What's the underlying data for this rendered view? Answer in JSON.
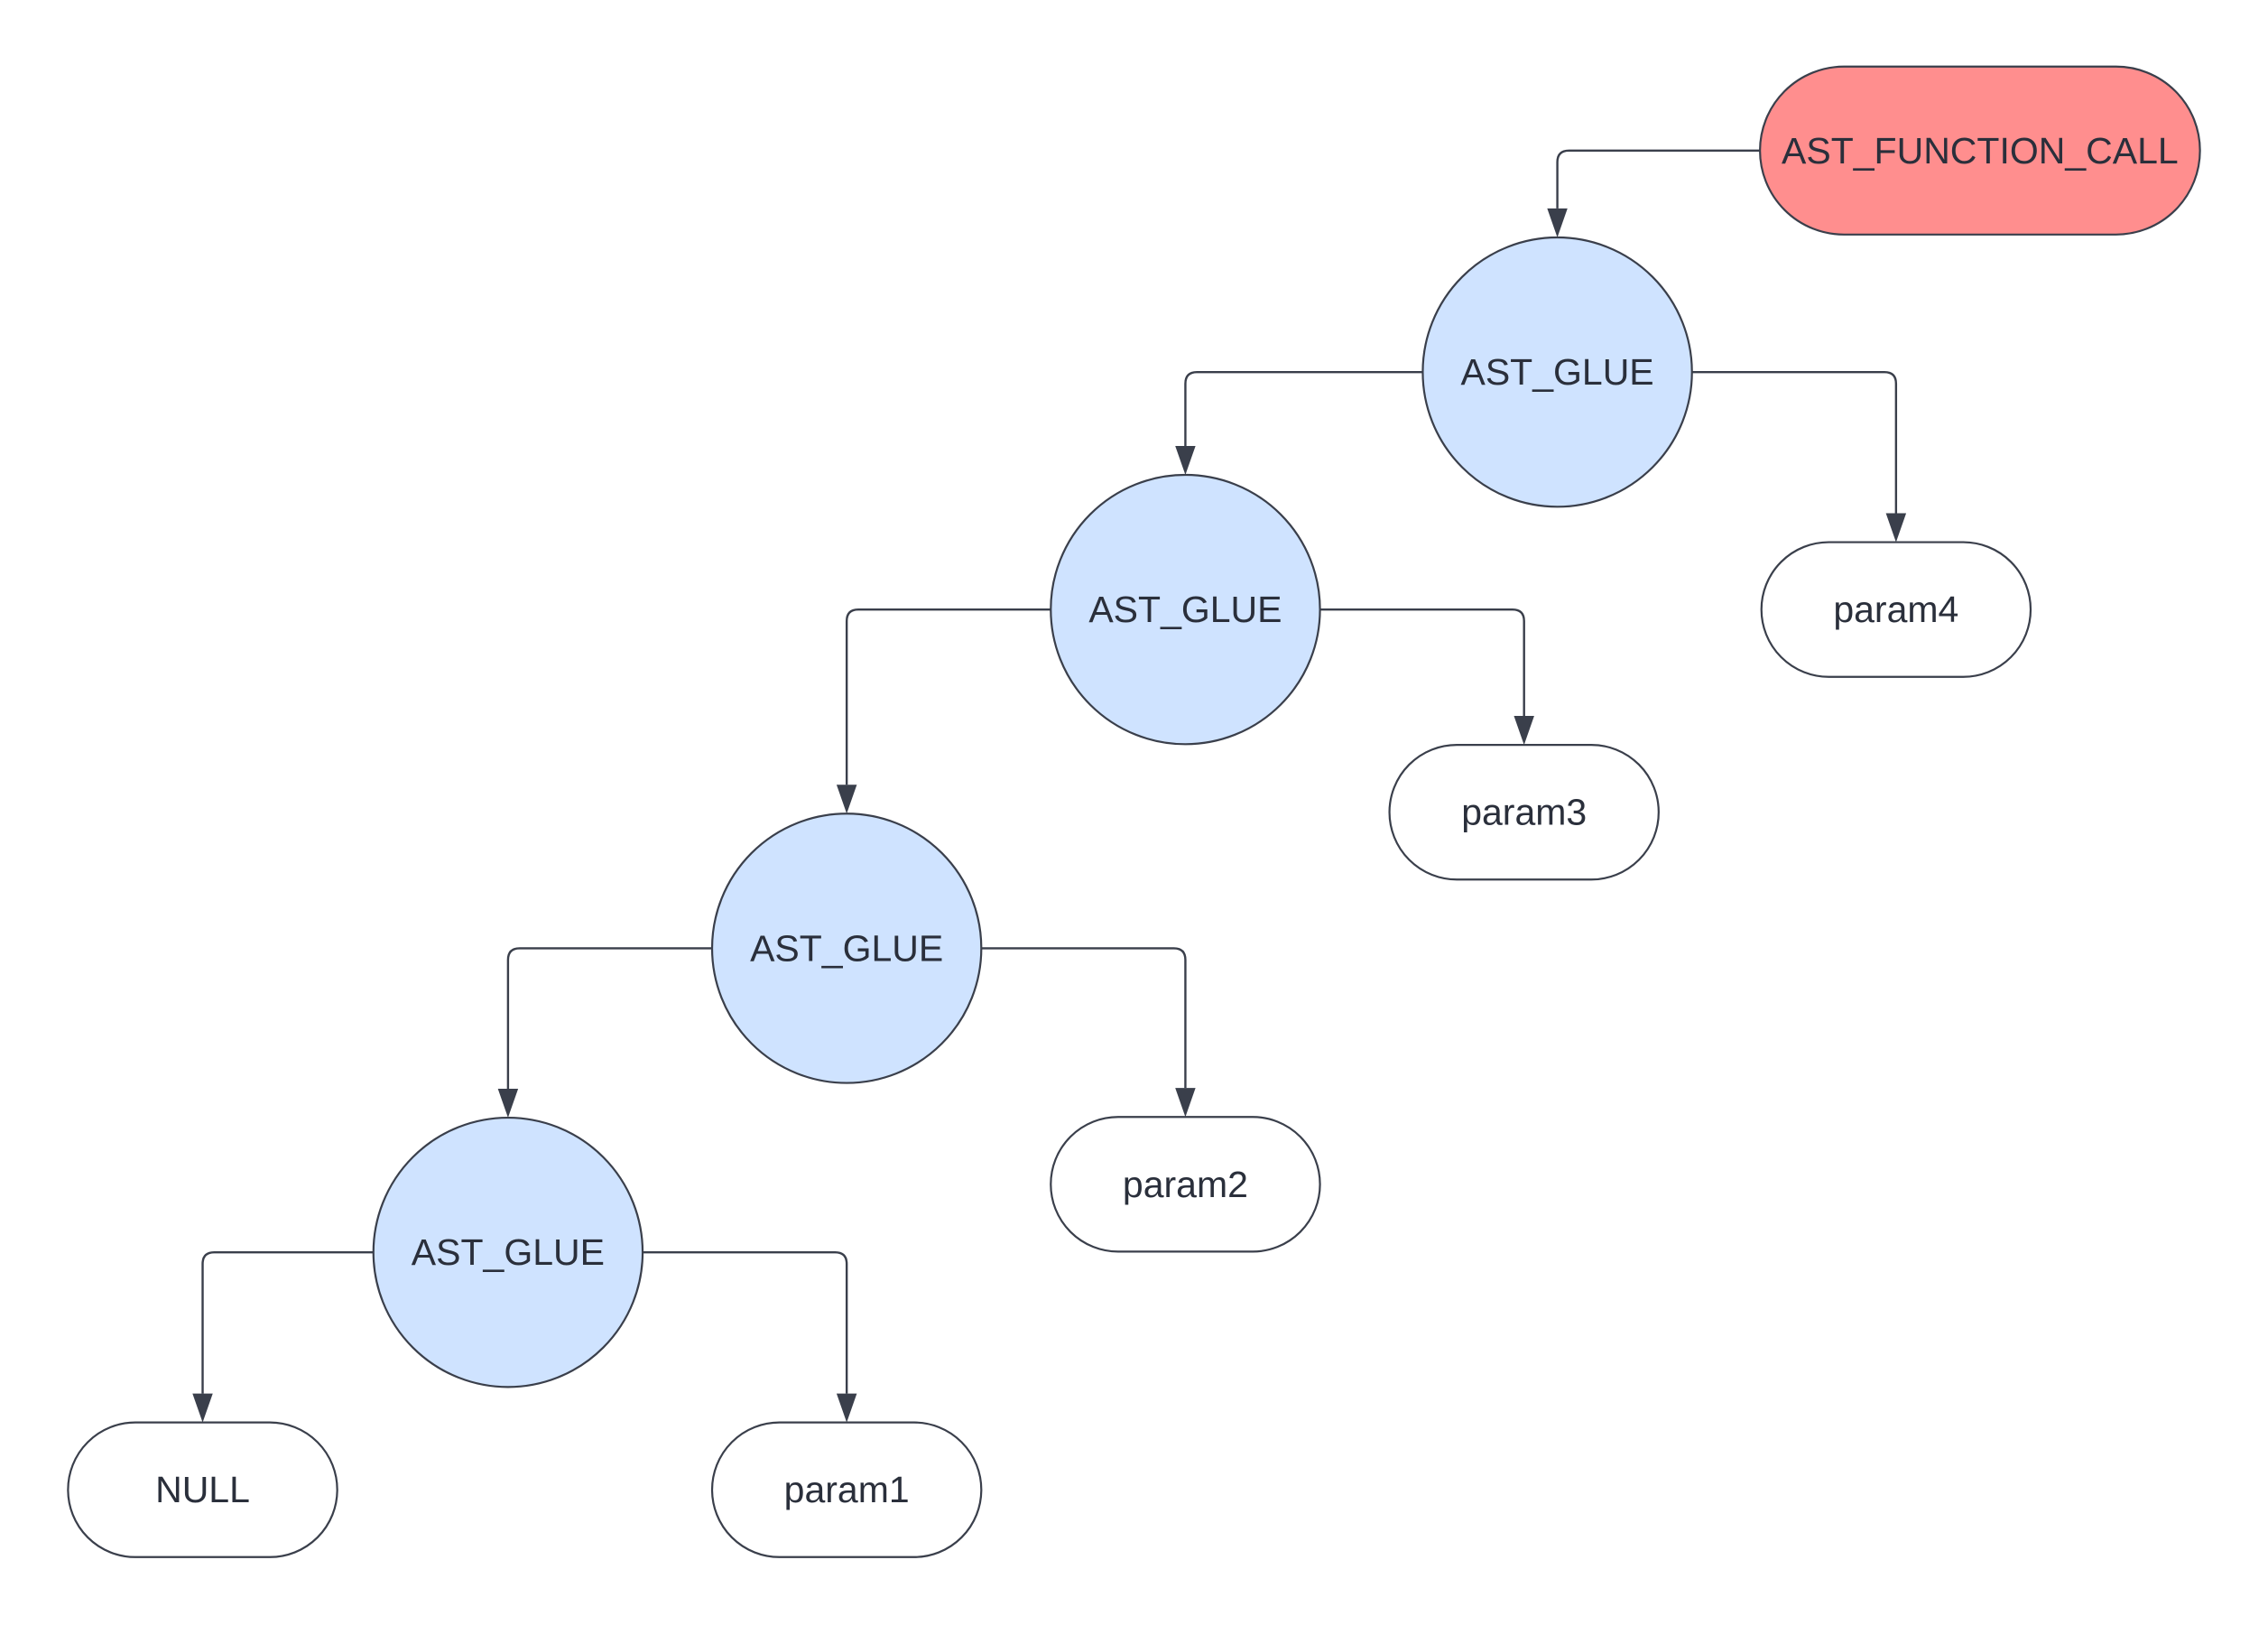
{
  "diagram": {
    "colors": {
      "root_fill": "#ff8e8e",
      "glue_fill": "#cfe3ff",
      "leaf_fill": "#ffffff",
      "outline": "#3a3f4b",
      "edge": "#3a3f4b",
      "text": "#2a2f3b"
    },
    "nodes": [
      {
        "id": "root",
        "label": "AST_FUNCTION_CALL",
        "kind": "root"
      },
      {
        "id": "glue1",
        "label": "AST_GLUE",
        "kind": "glue"
      },
      {
        "id": "glue2",
        "label": "AST_GLUE",
        "kind": "glue"
      },
      {
        "id": "glue3",
        "label": "AST_GLUE",
        "kind": "glue"
      },
      {
        "id": "glue4",
        "label": "AST_GLUE",
        "kind": "glue"
      },
      {
        "id": "param4",
        "label": "param4",
        "kind": "leaf"
      },
      {
        "id": "param3",
        "label": "param3",
        "kind": "leaf"
      },
      {
        "id": "param2",
        "label": "param2",
        "kind": "leaf"
      },
      {
        "id": "param1",
        "label": "param1",
        "kind": "leaf"
      },
      {
        "id": "null",
        "label": "NULL",
        "kind": "leaf"
      }
    ],
    "edges": [
      {
        "from": "root",
        "to": "glue1"
      },
      {
        "from": "glue1",
        "to": "glue2"
      },
      {
        "from": "glue1",
        "to": "param4"
      },
      {
        "from": "glue2",
        "to": "glue3"
      },
      {
        "from": "glue2",
        "to": "param3"
      },
      {
        "from": "glue3",
        "to": "glue4"
      },
      {
        "from": "glue3",
        "to": "param2"
      },
      {
        "from": "glue4",
        "to": "null"
      },
      {
        "from": "glue4",
        "to": "param1"
      }
    ]
  }
}
